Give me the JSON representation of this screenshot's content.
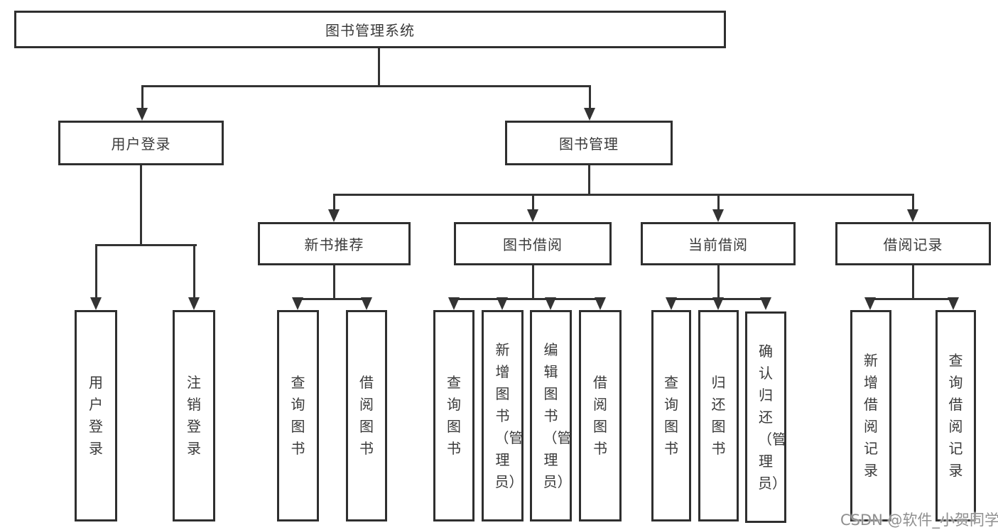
{
  "tree": {
    "root": {
      "label": "图书管理系统"
    },
    "branches": [
      {
        "label": "用户登录",
        "children": [
          {
            "label": "用户登录"
          },
          {
            "label": "注销登录"
          }
        ]
      },
      {
        "label": "图书管理",
        "children": [
          {
            "label": "新书推荐",
            "children": [
              {
                "label": "查询图书"
              },
              {
                "label": "借阅图书"
              }
            ]
          },
          {
            "label": "图书借阅",
            "children": [
              {
                "label": "查询图书"
              },
              {
                "label": "新增图书（管理员）"
              },
              {
                "label": "编辑图书（管理员）"
              },
              {
                "label": "借阅图书"
              }
            ]
          },
          {
            "label": "当前借阅",
            "children": [
              {
                "label": "查询图书"
              },
              {
                "label": "归还图书"
              },
              {
                "label": "确认归还（管理员）"
              }
            ]
          },
          {
            "label": "借阅记录",
            "children": [
              {
                "label": "新增借阅记录"
              },
              {
                "label": "查询借阅记录"
              }
            ]
          }
        ]
      }
    ]
  },
  "watermark": {
    "text": "CSDN @软件_小贺同学"
  },
  "colors": {
    "background": "#ffffff",
    "box_border": "#2f2f2f",
    "connector_line": "#333333",
    "text": "#3a3a3a",
    "watermark_text": "#8f8f8f"
  }
}
